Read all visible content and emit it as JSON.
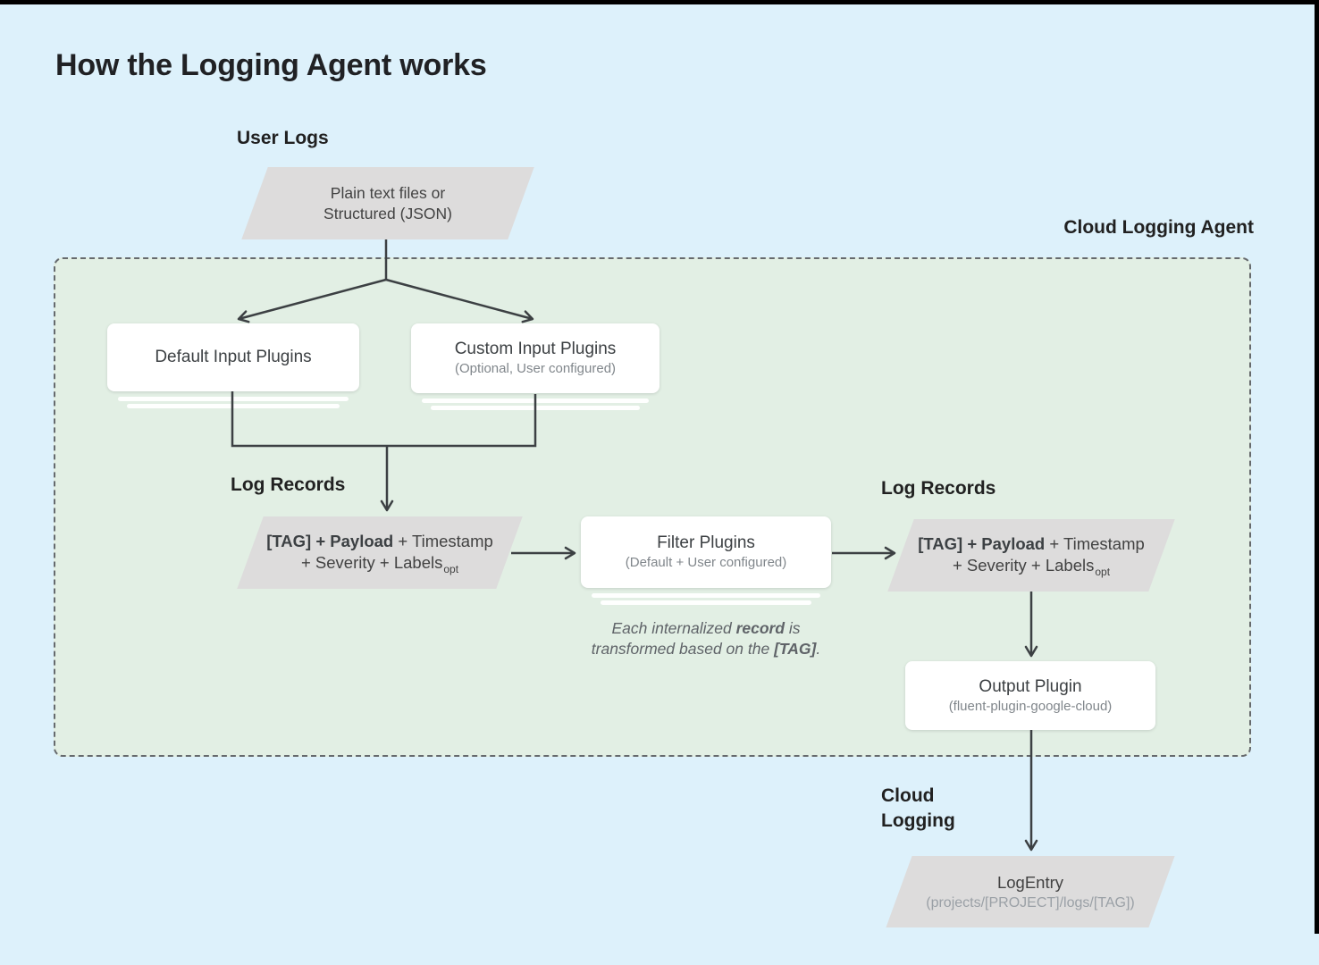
{
  "page": {
    "title": "How the Logging Agent works"
  },
  "labels": {
    "user_logs": "User Logs",
    "cloud_logging_agent": "Cloud Logging Agent",
    "log_records_left": "Log Records",
    "log_records_right": "Log Records",
    "cloud_logging_line1": "Cloud",
    "cloud_logging_line2": "Logging"
  },
  "nodes": {
    "user_input": {
      "line1": "Plain text files or",
      "line2": "Structured (JSON)"
    },
    "default_input": {
      "title": "Default Input Plugins"
    },
    "custom_input": {
      "title": "Custom Input Plugins",
      "subtitle": "(Optional, User configured)"
    },
    "record_left": {
      "bold": "[TAG] + Payload",
      "rest": " + Timestamp",
      "line2": "+ Severity + Labels",
      "sub": "opt"
    },
    "filter": {
      "title": "Filter Plugins",
      "subtitle": "(Default + User configured)"
    },
    "record_right": {
      "bold": "[TAG] + Payload",
      "rest": " + Timestamp",
      "line2": "+ Severity + Labels",
      "sub": "opt"
    },
    "output": {
      "title": "Output Plugin",
      "subtitle": "(fluent-plugin-google-cloud)"
    },
    "log_entry": {
      "title": "LogEntry",
      "subtitle": "(projects/[PROJECT]/logs/[TAG])"
    }
  },
  "note": {
    "part1": "Each internalized ",
    "bold1": "record",
    "part2": " is transformed based on the ",
    "bold2": "[TAG]",
    "part3": "."
  },
  "colors": {
    "page_background": "#ddf1fb",
    "agent_panel_fill": "#e2efe4",
    "panel_dash_border": "#666a6d",
    "shape_gray": "#dddcdc",
    "node_white": "#ffffff",
    "connector_line": "#3c4043",
    "label_text": "#212121",
    "subtitle_gray": "#80868b",
    "frame_black": "#000000"
  }
}
